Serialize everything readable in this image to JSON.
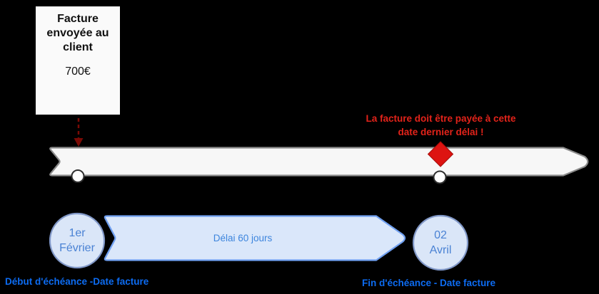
{
  "canvas": {
    "background": "#000000"
  },
  "invoice_box": {
    "title": "Facture envoyée au client",
    "amount": "700€"
  },
  "deadline_note": {
    "line1": "La facture doit être payée à cette",
    "line2": "date dernier délai !"
  },
  "markers": {
    "start": {
      "line1": "1er",
      "line2": "Février"
    },
    "end": {
      "line1": "02",
      "line2": "Avril"
    }
  },
  "duration": {
    "label": "Délai 60 jours"
  },
  "captions": {
    "start": "Début d'échéance -Date facture",
    "end": "Fin d'échéance - Date facture"
  },
  "colors": {
    "note_red": "#e3231a",
    "diamond_red": "#dd1411",
    "arrow_dark_red": "#7a0a05",
    "caption_blue": "#0d6cf2",
    "date_text_blue": "#4a82d4",
    "banner_text_blue": "#3d85dd",
    "blue_shape_fill": "#dae6f8",
    "blue_circle_border": "#8097c7",
    "banner_border": "#6f9ff0",
    "band_fill": "#f7f7f7",
    "band_border": "#8c8c8c"
  }
}
